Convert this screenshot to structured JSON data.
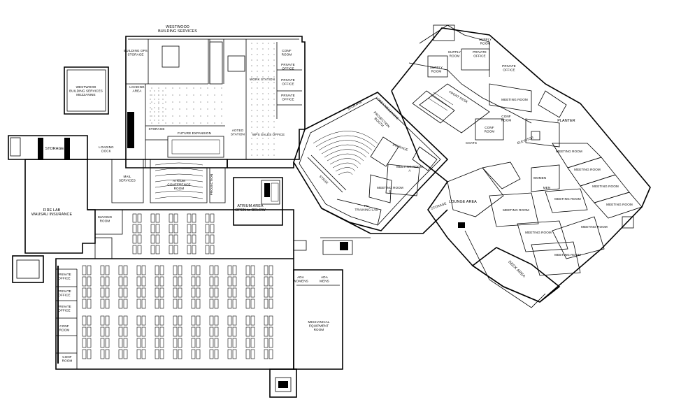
{
  "plan": {
    "labels": {
      "westwood_building_services": [
        "WESTWOOD",
        "BUILDING SERVICES"
      ],
      "westwood_mezzanine": [
        "WESTWOOD",
        "BUILDING SERVICES",
        "MEZZANINE"
      ],
      "building_ops_storage": [
        "BUILDING OPS",
        "STORAGE"
      ],
      "loading_area": [
        "LOADING",
        "AREA"
      ],
      "storage_top": "STORAGE",
      "future_expansion": "FUTURE EXPANSION",
      "work_station": "WORK STATION",
      "conf_room_top": [
        "CONF",
        "ROOM"
      ],
      "private_office_a": [
        "PRIVATE",
        "OFFICE"
      ],
      "private_office_b": [
        "PRIVATE",
        "OFFICE"
      ],
      "private_office_c": [
        "PRIVATE",
        "OFFICE"
      ],
      "aoteo": [
        "AOTEO",
        "STATION"
      ],
      "wps_sales": "WPS SALES OFFICE",
      "storage_left": "STORAGE",
      "loading_dock": [
        "LOADING",
        "DOCK"
      ],
      "mail_services": [
        "MAIL",
        "SERVICES"
      ],
      "atrium_conference": [
        "ATRIUM",
        "CONFERENCE",
        "ROOM"
      ],
      "projection": "PROJECTION",
      "atrium_area": [
        "ATRIUM AREA",
        "OPEN to BELOW"
      ],
      "fire_lab": [
        "FIRE LAB",
        "WAUSAU INSURANCE"
      ],
      "imaging_room": [
        "IMAGING",
        "ROOM"
      ],
      "lobby_mezzanine": "LOBBY/MEZZANINE",
      "storage_aud": "STORAGE",
      "projection_booth": [
        "PROJECTION",
        "BOOTH"
      ],
      "storage_aud2": "STORAGE",
      "stage": "STAGE",
      "meeting_room_aud_a": [
        "MEETING ROOM",
        "A"
      ],
      "meeting_room_aud_b": [
        "MEETING ROOM",
        "B"
      ],
      "pc_training_lab": [
        "PC",
        "TRAINING LAB"
      ],
      "supply_room_a": [
        "SUPPLY",
        "ROOM"
      ],
      "supply_room_b": [
        "SUPPLY",
        "ROOM"
      ],
      "supply_room_c": [
        "SUPPLY",
        "ROOM"
      ],
      "private_office_d": [
        "PRIVATE",
        "OFFICE"
      ],
      "private_office_e": [
        "PRIVATE",
        "OFFICE"
      ],
      "front_desk": "FRONT DESK",
      "meeting_room_e1": "MEETING ROOM",
      "conf_room_e": [
        "CONF",
        "ROOM"
      ],
      "conf_room_e2": [
        "CONF",
        "ROOM"
      ],
      "coats": "COATS",
      "planter": "PLANTER",
      "elevator": "ELEVATOR",
      "lounge_area": "LOUNGE AREA",
      "storage_e": "STORAGE",
      "women": "WOMEN",
      "men": "MEN",
      "meeting_room_e2": "MEETING ROOM",
      "meeting_room_e3": "MEETING ROOM",
      "meeting_room_e4": "MEETING ROOM",
      "meeting_room_e5": "MEETING ROOM",
      "meeting_room_e6": "MEETING ROOM",
      "meeting_room_e7": "MEETING ROOM",
      "meeting_room_e8": "MEETING ROOM",
      "meeting_room_e9": "MEETING ROOM",
      "meeting_room_e10": "MEETING ROOM",
      "deck_area": "DECK AREA",
      "private_office_l1": [
        "PRIVATE",
        "OFFICE"
      ],
      "private_office_l2": [
        "PRIVATE",
        "OFFICE"
      ],
      "private_office_l3": [
        "PRIVATE",
        "OFFICE"
      ],
      "conf_room_l1": [
        "CONF",
        "ROOM"
      ],
      "conf_room_l2": [
        "CONF",
        "ROOM"
      ],
      "ada_womens": [
        "ADA",
        "WOMENS"
      ],
      "ada_mens": [
        "ADA",
        "MENS"
      ],
      "mechanical": [
        "MECHANICAL",
        "EQUIPMENT",
        "ROOM"
      ]
    }
  }
}
